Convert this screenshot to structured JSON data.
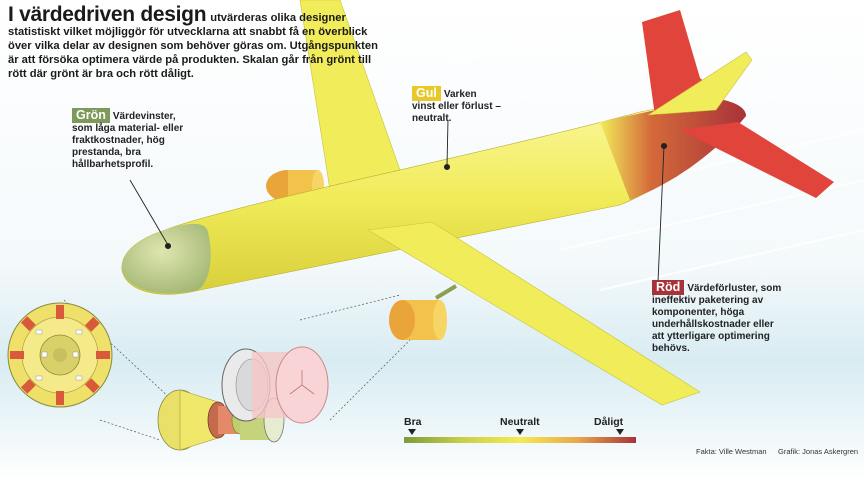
{
  "colors": {
    "green_tag": "#7d9a5a",
    "yellow_tag": "#e8c82a",
    "red_tag": "#a8323a",
    "fuselage": "#f1ec5a",
    "nose": "#b8c98a",
    "tail": "#b93a32",
    "fin": "#e0443a"
  },
  "title": "I värdedriven design",
  "intro": "utvärderas olika designer statistiskt vilket möjliggör för utvecklarna att snabbt få en överblick över vilka delar av designen som behöver göras om. Utgångspunkten är att försöka optimera värde på produkten. Skalan går från grönt till rött där grönt är bra och rött dåligt.",
  "callouts": {
    "gron": {
      "tag": "Grön",
      "text": "Värdevinster, som låga material- eller fraktkostnader, hög prestanda, bra hållbarhetsprofil."
    },
    "gul": {
      "tag": "Gul",
      "text": "Varken vinst eller förlust – neutralt."
    },
    "rod": {
      "tag": "Röd",
      "text": "Värdeförluster, som ineffektiv paketering av komponenter, höga underhållskostnader eller att ytterligare optimering behövs."
    }
  },
  "scale": {
    "good": "Bra",
    "neutral": "Neutralt",
    "bad": "Dåligt"
  },
  "credits": {
    "facts": "Fakta: Ville Westman",
    "graphic": "Grafik: Jonas Askergren"
  }
}
